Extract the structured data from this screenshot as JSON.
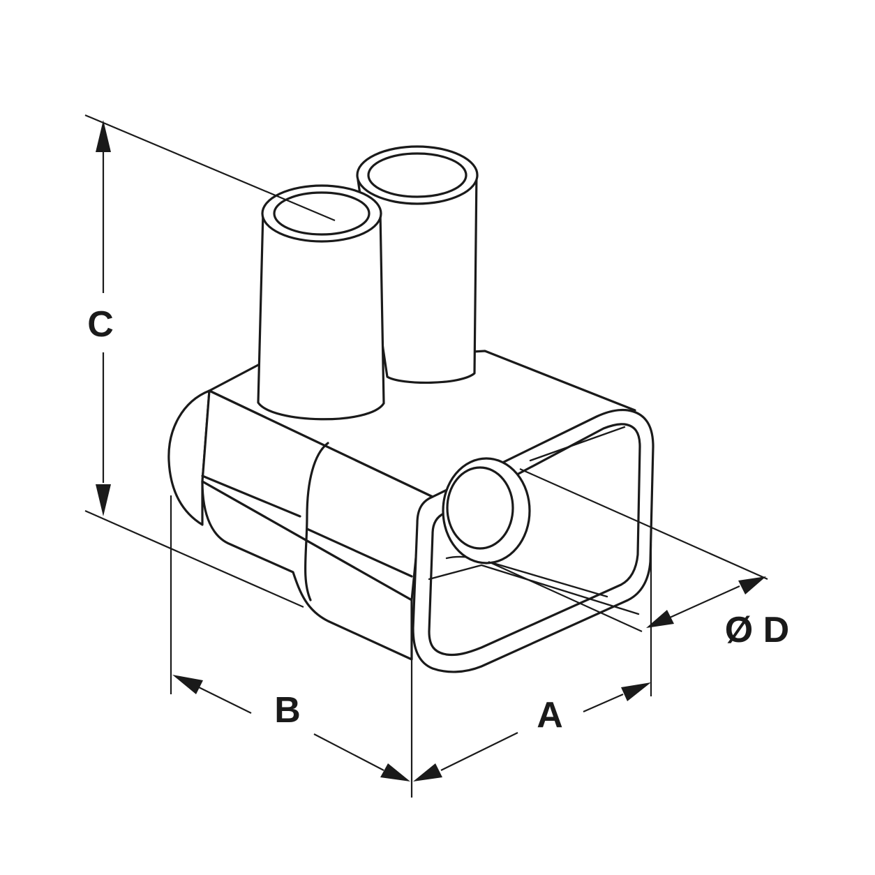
{
  "labels": {
    "a": "A",
    "b": "B",
    "c": "C",
    "d": "Ø D"
  }
}
